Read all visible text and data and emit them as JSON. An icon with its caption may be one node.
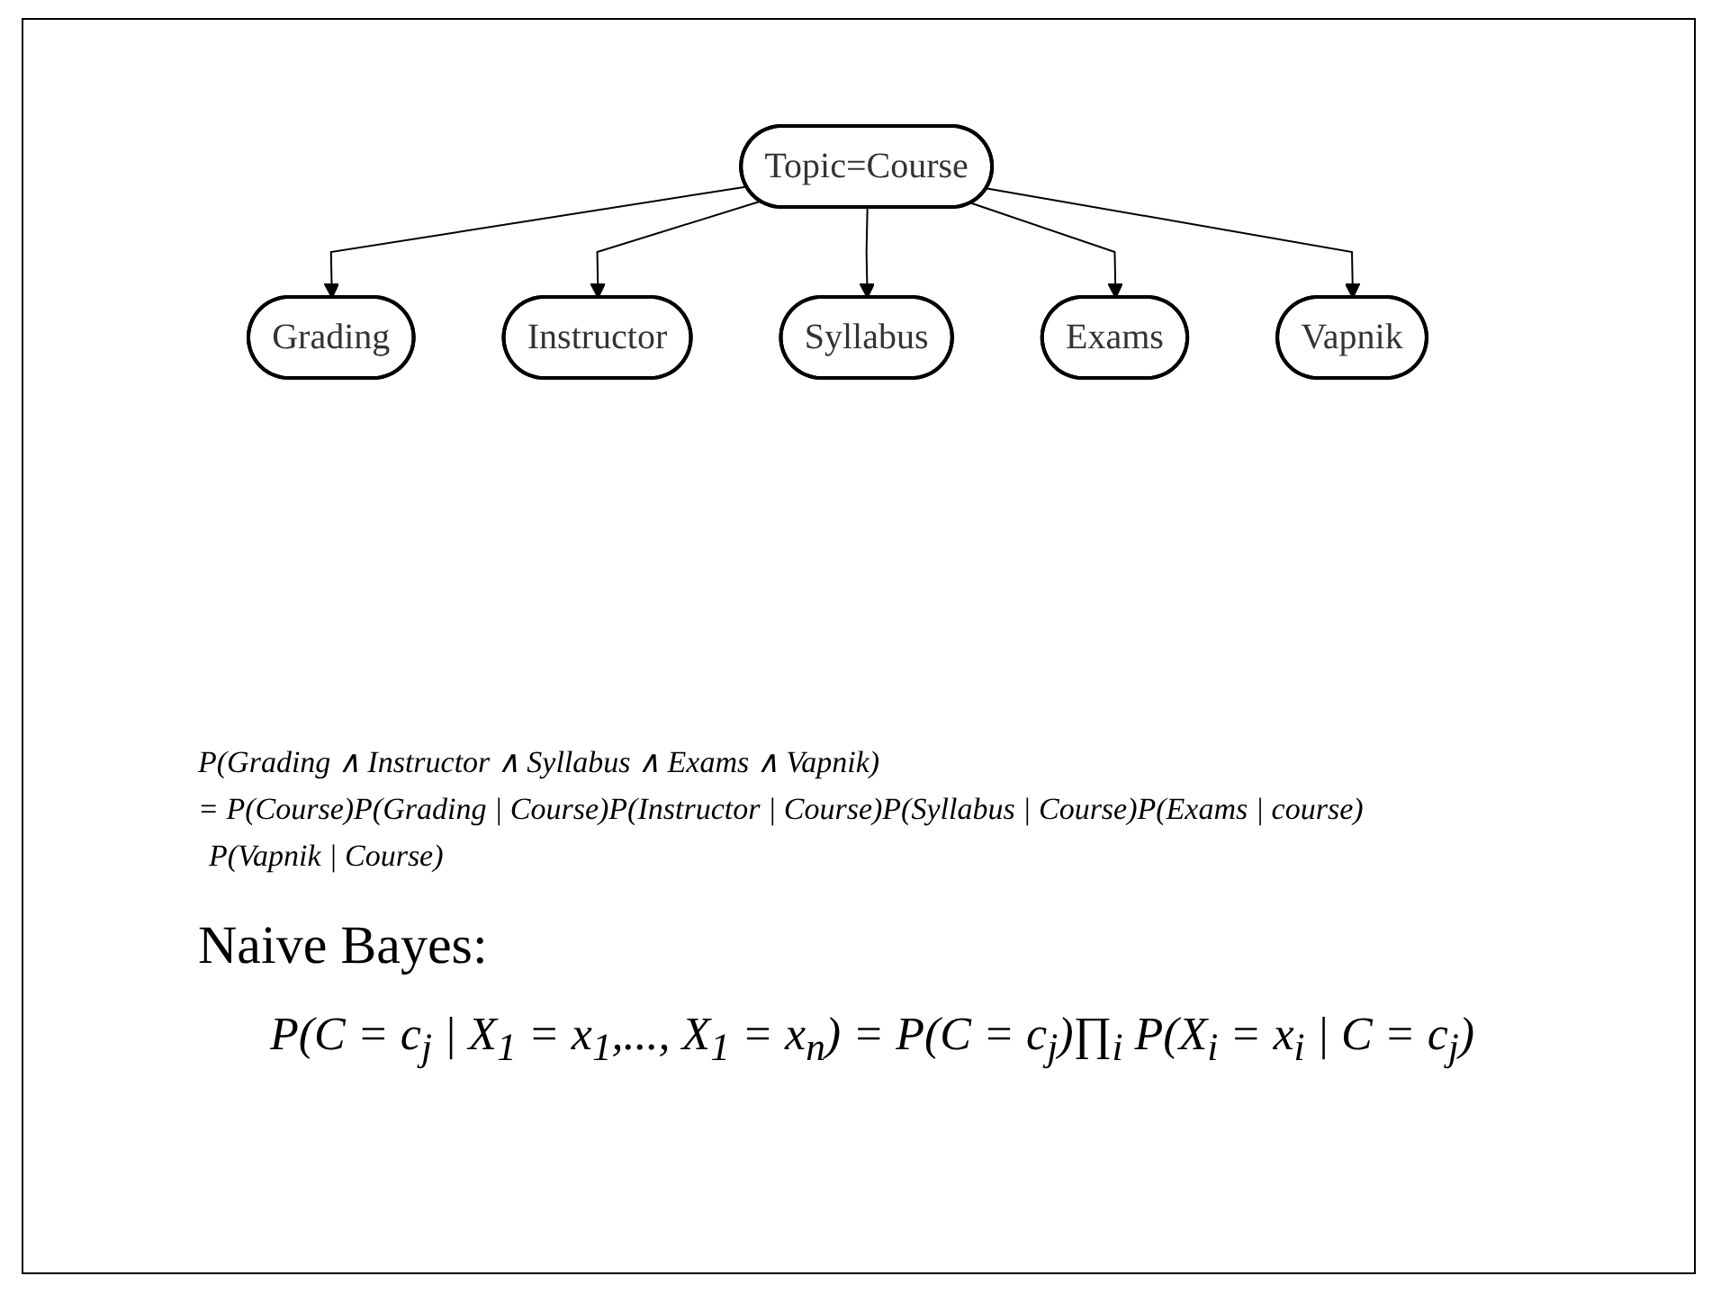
{
  "diagram": {
    "nodes": [
      {
        "text": [
          "Topic=Course"
        ]
      },
      {
        "text": [
          "Grading"
        ]
      },
      {
        "text": [
          "Instructor"
        ]
      },
      {
        "text": [
          "Syllabus"
        ]
      },
      {
        "text": [
          "Exams"
        ]
      },
      {
        "text": [
          "Vapnik"
        ]
      }
    ],
    "edges": [
      {
        "from": 0,
        "to": 1,
        "arrow": "to"
      },
      {
        "from": 0,
        "to": 2,
        "arrow": "to"
      },
      {
        "from": 0,
        "to": 3,
        "arrow": "to"
      },
      {
        "from": 0,
        "to": 4,
        "arrow": "to"
      },
      {
        "from": 0,
        "to": 5,
        "arrow": "to"
      }
    ],
    "labels": [
      "P(Grading ∧ Instructor ∧ Syllabus ∧ Exams ∧ Vapnik)",
      "= P(Course)P(Grading | Course)P(Instructor | Course)P(Syllabus | Course)P(Exams | course)",
      "P(Vapnik | Course)",
      "Naive Bayes:",
      "P(C = c$_{j}$ | X$_{1}$ = x$_{1}$,..., X$_{1}$ = x$_{n}$) = P(C = c$_{j}$)∏$_{i}$ P(X$_{i}$ = x$_{i}$ | C = c$_{j}$)"
    ]
  }
}
